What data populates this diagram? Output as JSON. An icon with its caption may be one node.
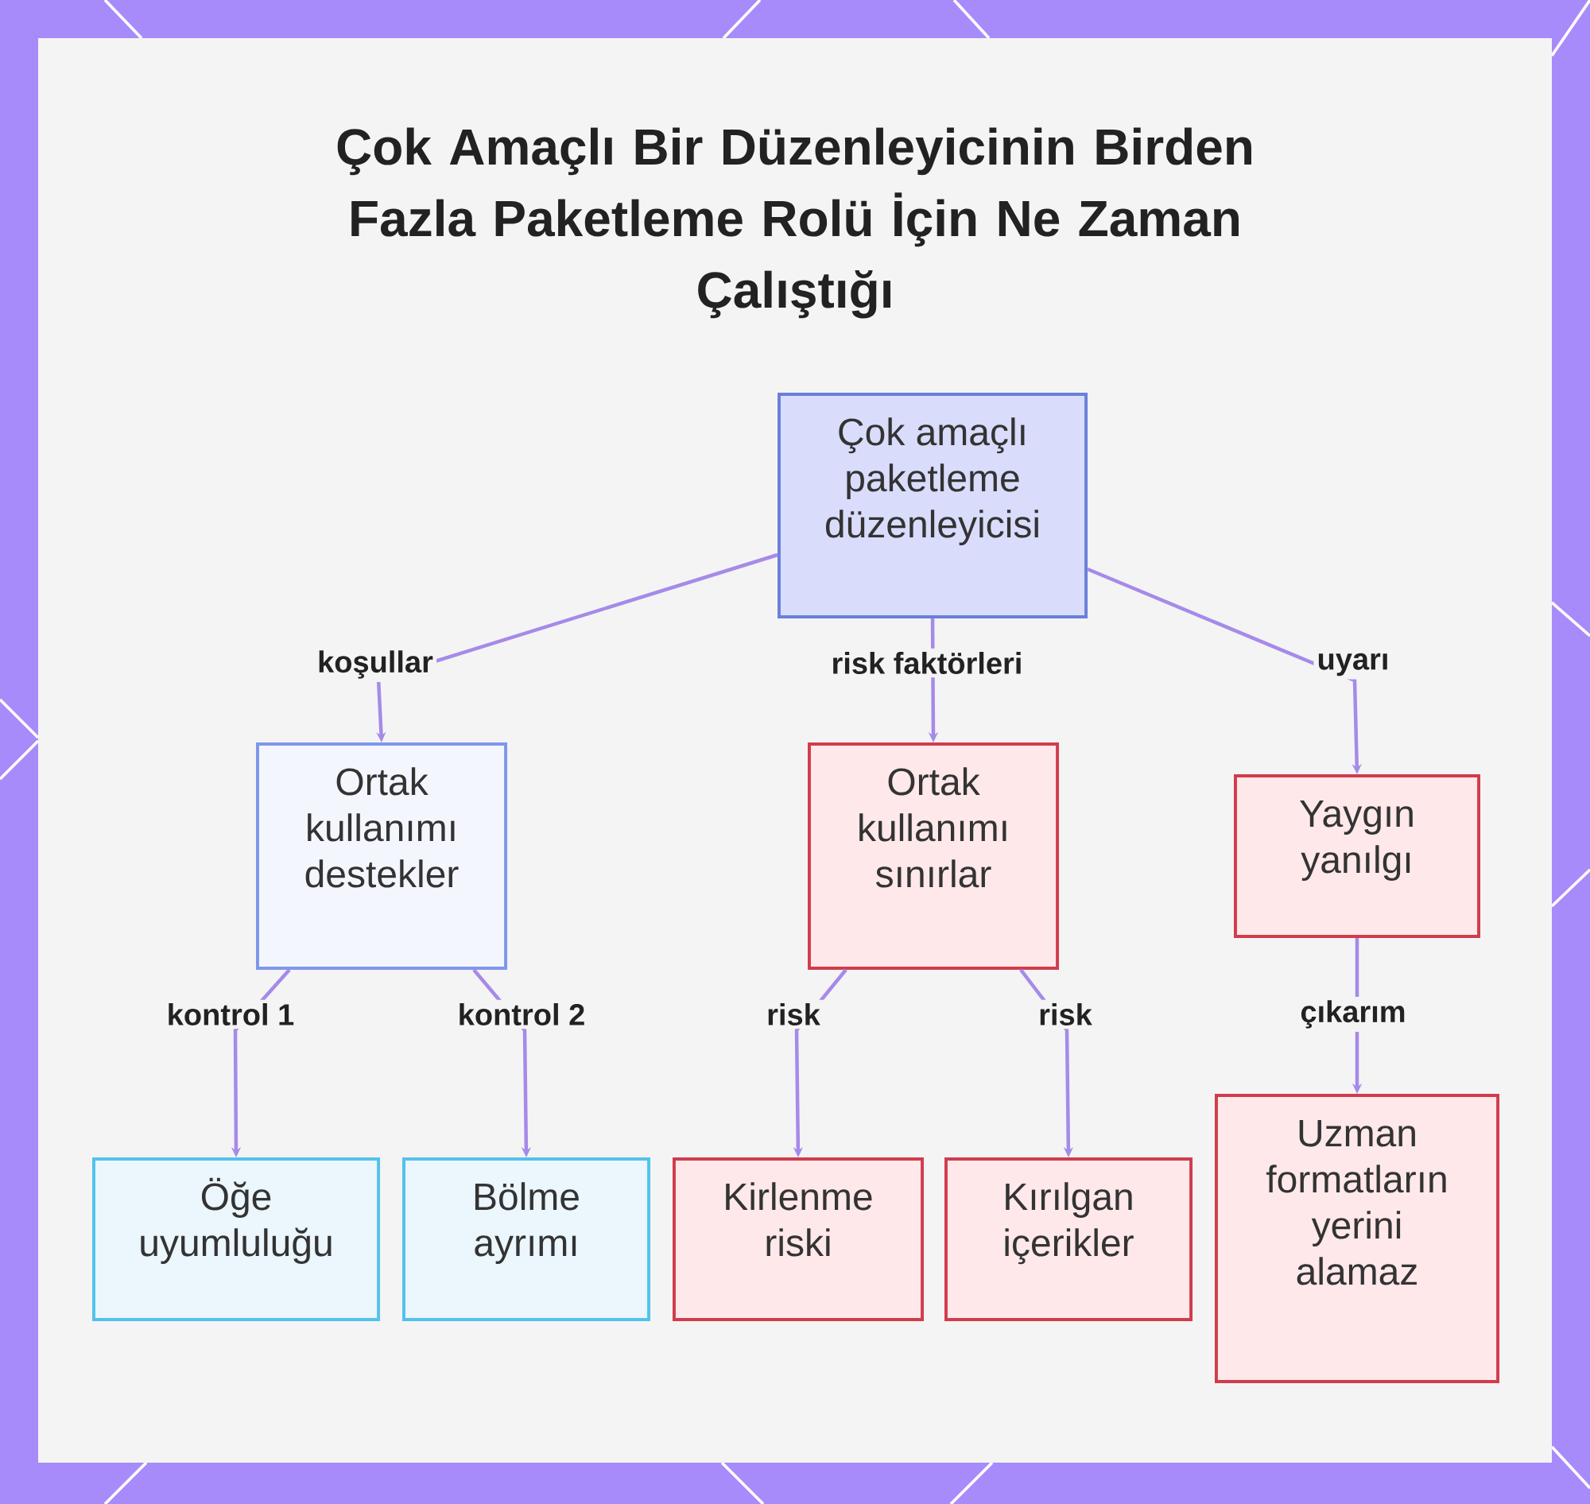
{
  "diagram": {
    "title": "Çok Amaçlı Bir Düzenleyicinin Birden Fazla Paketleme Rolü İçin Ne Zaman Çalıştığı",
    "nodes": [
      {
        "text": [
          "Çok amaçlı paketleme düzenleyicisi"
        ]
      },
      {
        "text": [
          "Ortak kullanımı destekler"
        ]
      },
      {
        "text": [
          "Ortak kullanımı sınırlar"
        ]
      },
      {
        "text": [
          "Yaygın yanılgı"
        ]
      },
      {
        "text": [
          "Öğe uyumluluğu"
        ]
      },
      {
        "text": [
          "Bölme ayrımı"
        ]
      },
      {
        "text": [
          "Kirlenme riski"
        ]
      },
      {
        "text": [
          "Kırılgan içerikler"
        ]
      },
      {
        "text": [
          "Uzman formatların yerini alamaz"
        ]
      }
    ],
    "edges": [
      {
        "from": 0,
        "to": 1,
        "arrow": "to",
        "label": "koşullar"
      },
      {
        "from": 0,
        "to": 2,
        "arrow": "to",
        "label": "risk faktörleri"
      },
      {
        "from": 0,
        "to": 3,
        "arrow": "to",
        "label": "uyarı"
      },
      {
        "from": 1,
        "to": 4,
        "arrow": "to",
        "label": "kontrol 1"
      },
      {
        "from": 1,
        "to": 5,
        "arrow": "to",
        "label": "kontrol 2"
      },
      {
        "from": 2,
        "to": 6,
        "arrow": "to",
        "label": "risk"
      },
      {
        "from": 2,
        "to": 7,
        "arrow": "to",
        "label": "risk"
      },
      {
        "from": 3,
        "to": 8,
        "arrow": "to",
        "label": "çıkarım"
      }
    ]
  }
}
